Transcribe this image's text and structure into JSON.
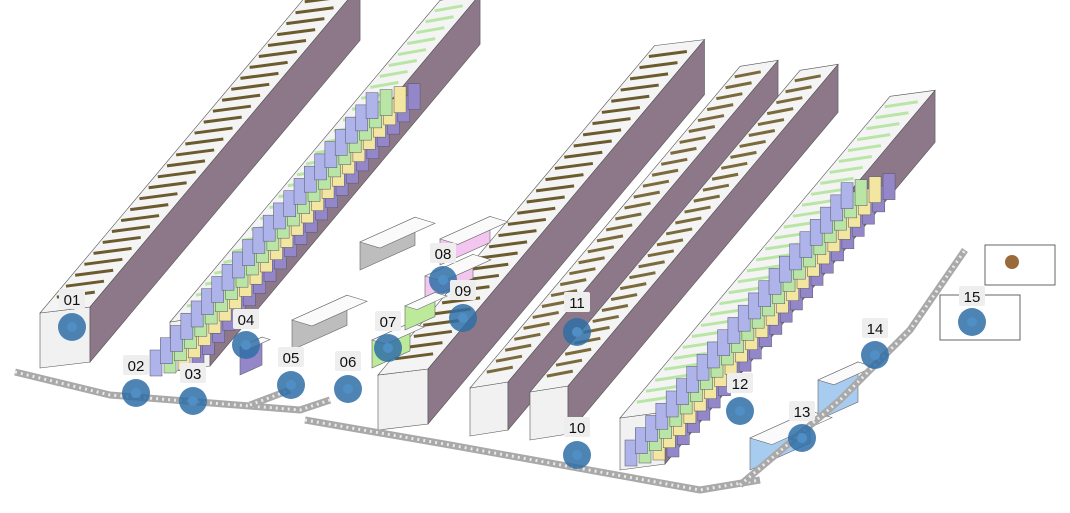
{
  "markers": [
    {
      "id": "01"
    },
    {
      "id": "02"
    },
    {
      "id": "03"
    },
    {
      "id": "04"
    },
    {
      "id": "05"
    },
    {
      "id": "06"
    },
    {
      "id": "07"
    },
    {
      "id": "08"
    },
    {
      "id": "09"
    },
    {
      "id": "10"
    },
    {
      "id": "11"
    },
    {
      "id": "12"
    },
    {
      "id": "13"
    },
    {
      "id": "14"
    },
    {
      "id": "15"
    }
  ],
  "colors": {
    "rack_wall": "#8c7888",
    "rack_wall_dark": "#7a6676",
    "rack_top": "#f4f4f4",
    "shelf_yellow": "#f3e6a0",
    "shelf_green": "#b9e6a6",
    "shelf_blue": "#aeb3ea",
    "shelf_purple": "#9487c9",
    "box_gray": "#bdbdbd",
    "box_pink": "#f2c6ee",
    "box_green": "#bde99a",
    "box_lightblue": "#a8ccf0",
    "marker_fill": "#2f6fa6",
    "label_bg": "#eeeeee",
    "conveyor": "#a9a9a9"
  }
}
